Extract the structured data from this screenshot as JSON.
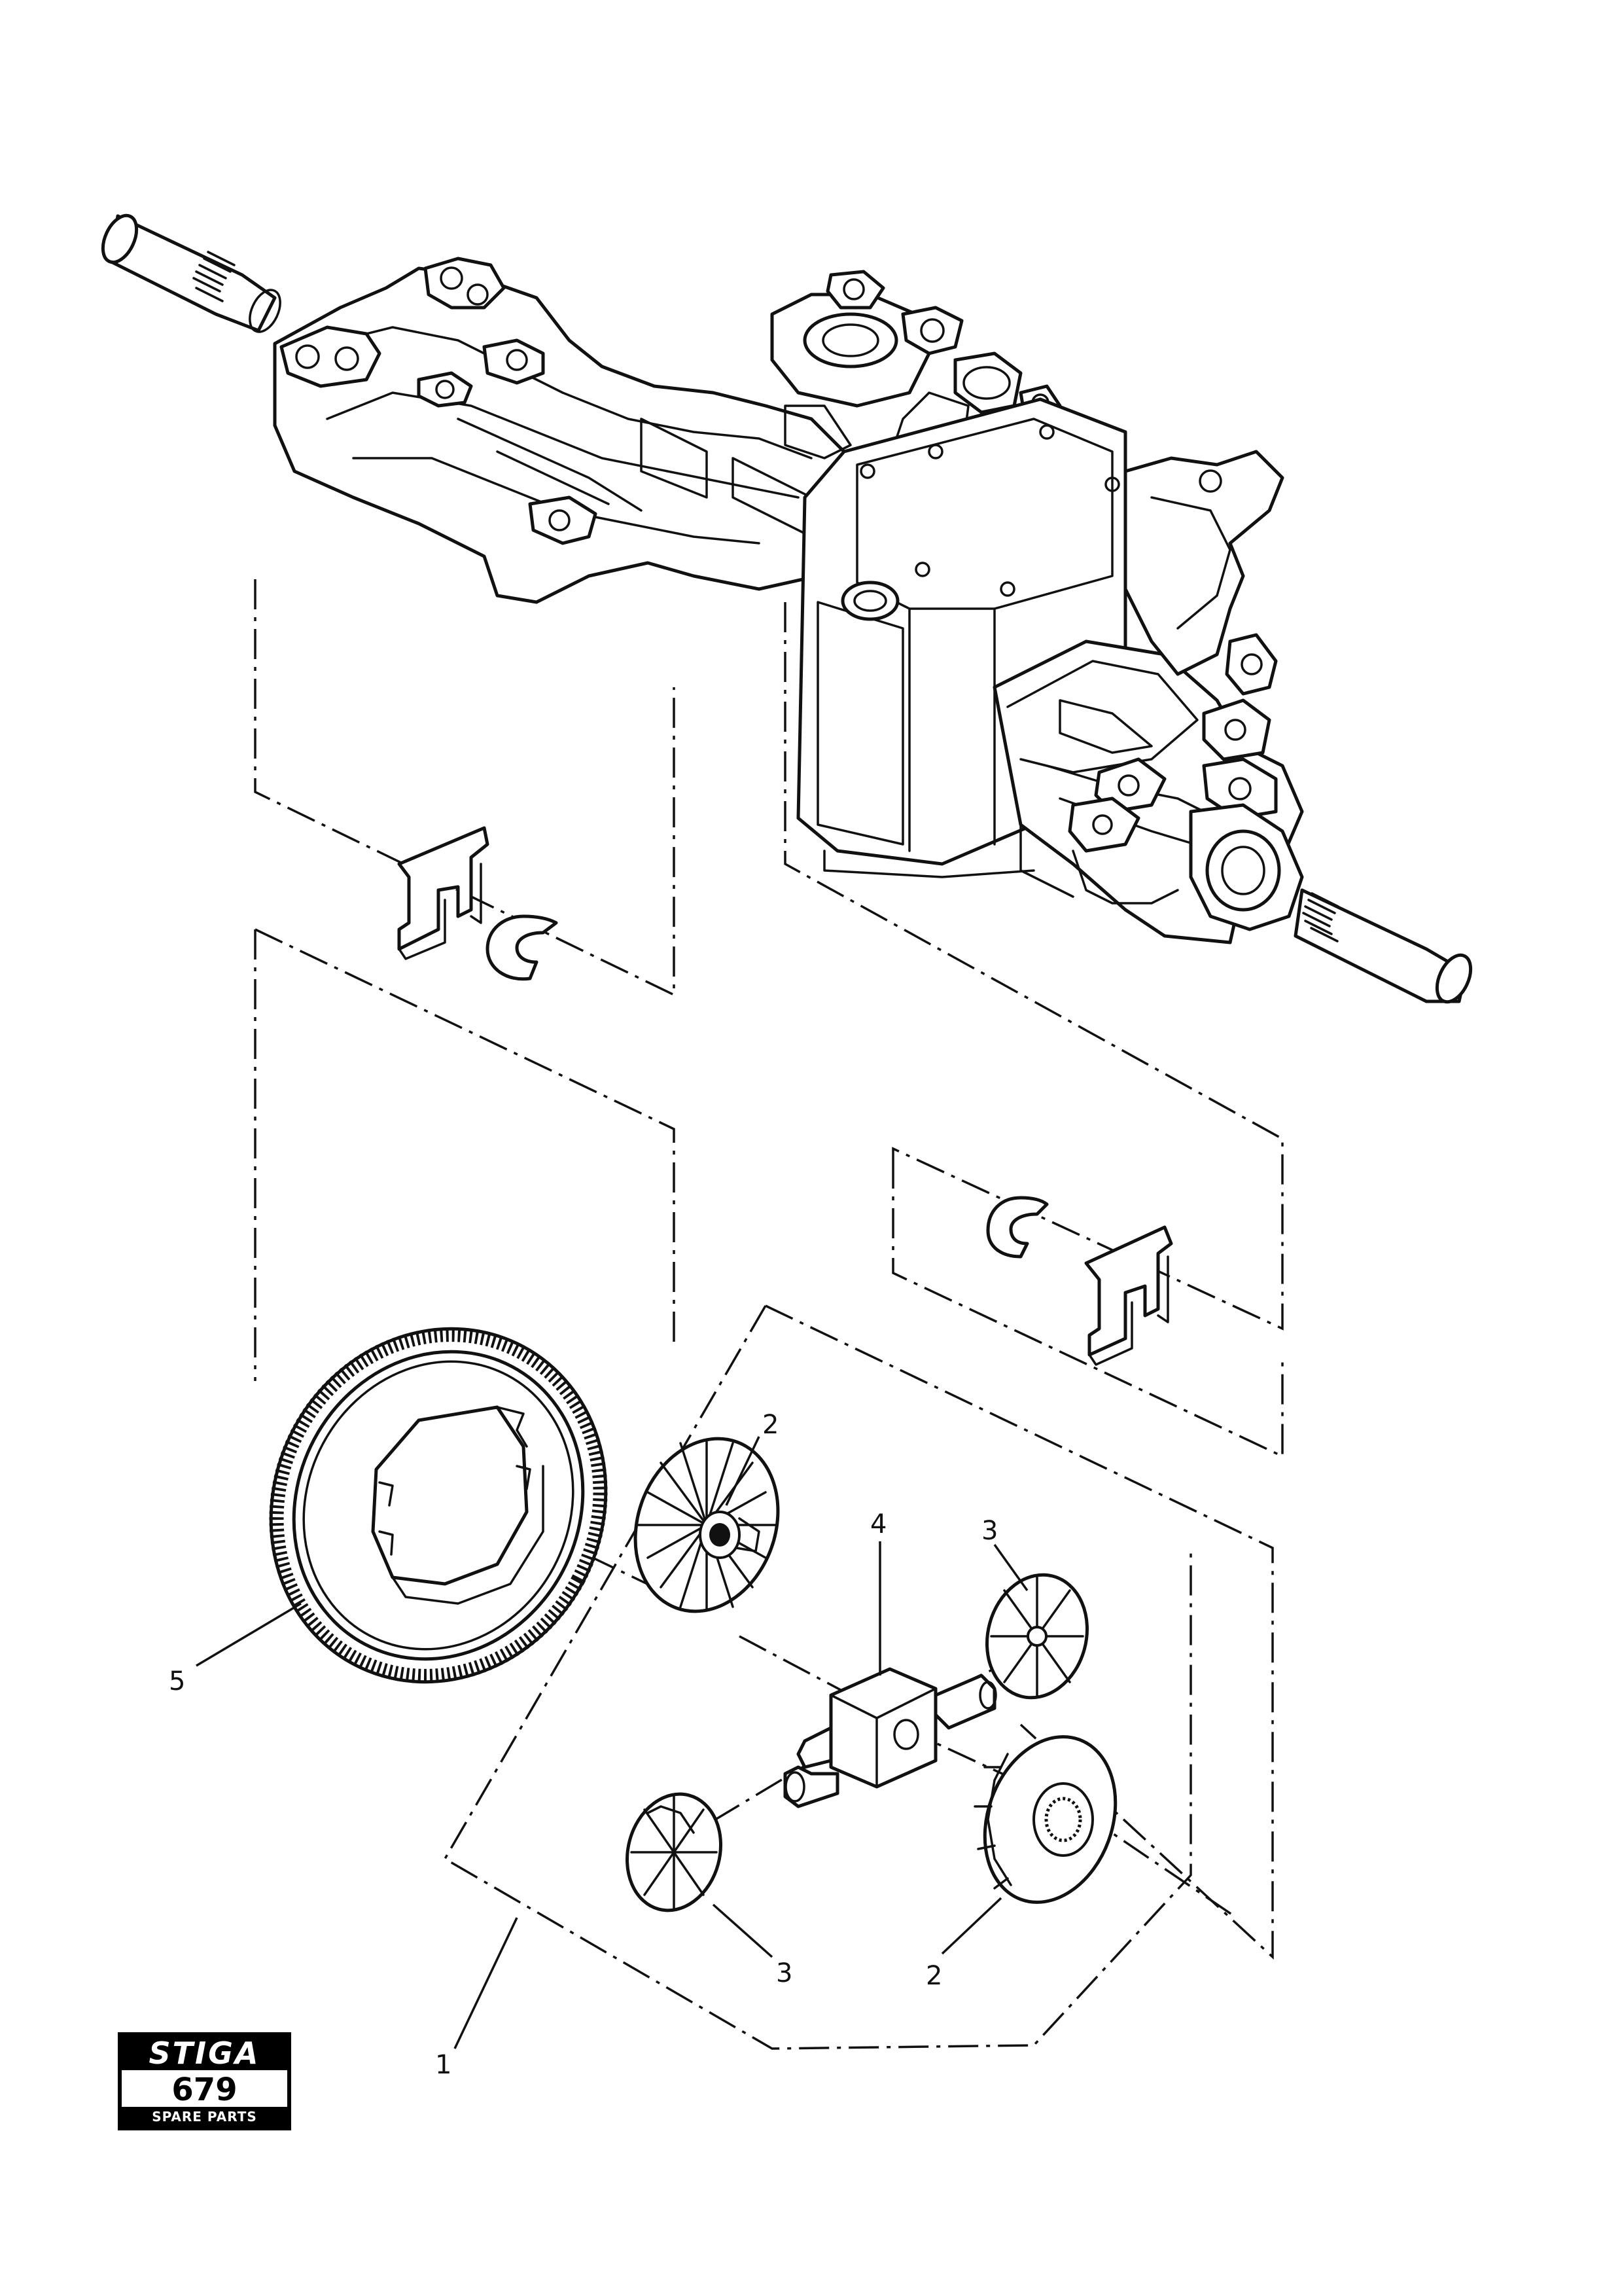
{
  "callouts": {
    "c1": "1",
    "c2a": "2",
    "c2b": "2",
    "c3a": "3",
    "c3b": "3",
    "c4": "4",
    "c5": "5"
  },
  "logo": {
    "brand": "STIGA",
    "model": "679",
    "tagline": "SPARE PARTS"
  }
}
